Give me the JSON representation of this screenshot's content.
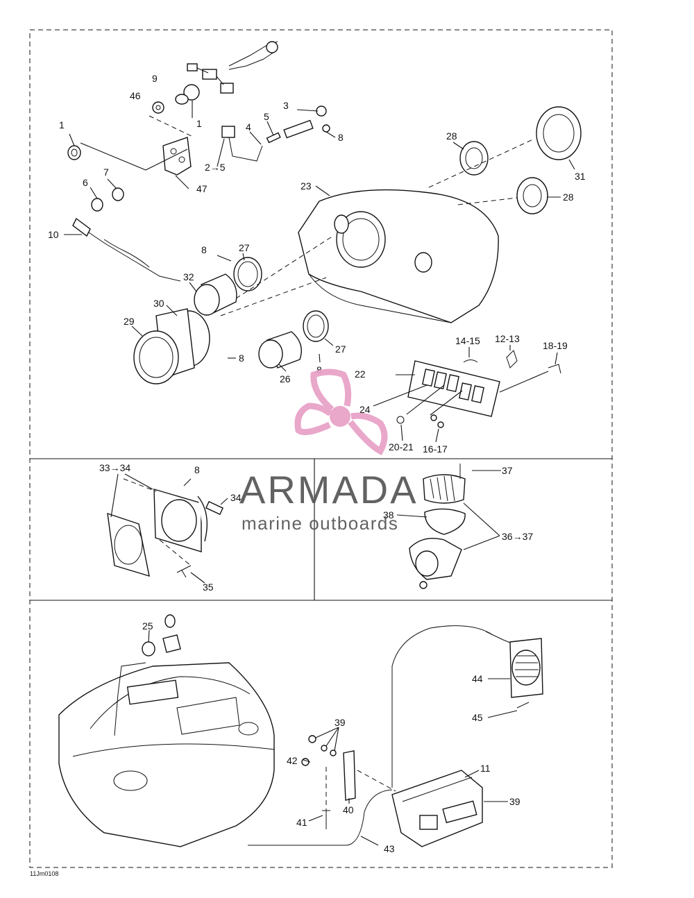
{
  "drawing_ref": "11Jm0108",
  "watermark": {
    "brand": "ARMADA",
    "tagline": "marine outboards",
    "logo_color": "#e8a0c6"
  },
  "panel_top": {
    "labels": [
      "9",
      "46",
      "1",
      "1",
      "3",
      "5",
      "4",
      "8",
      "2→5",
      "47",
      "6",
      "7",
      "10",
      "28",
      "31",
      "23",
      "28",
      "8",
      "27",
      "32",
      "30",
      "29",
      "8",
      "26",
      "27",
      "8",
      "22",
      "14-15",
      "12-13",
      "18-19",
      "24",
      "20-21",
      "16-17"
    ]
  },
  "panel_mid_left": {
    "labels": [
      "33→34",
      "8",
      "34",
      "35"
    ]
  },
  "panel_mid_right": {
    "labels": [
      "37",
      "38",
      "36→37"
    ]
  },
  "panel_bottom": {
    "labels": [
      "25",
      "39",
      "42",
      "40",
      "41",
      "11",
      "39",
      "43",
      "44",
      "45"
    ]
  }
}
